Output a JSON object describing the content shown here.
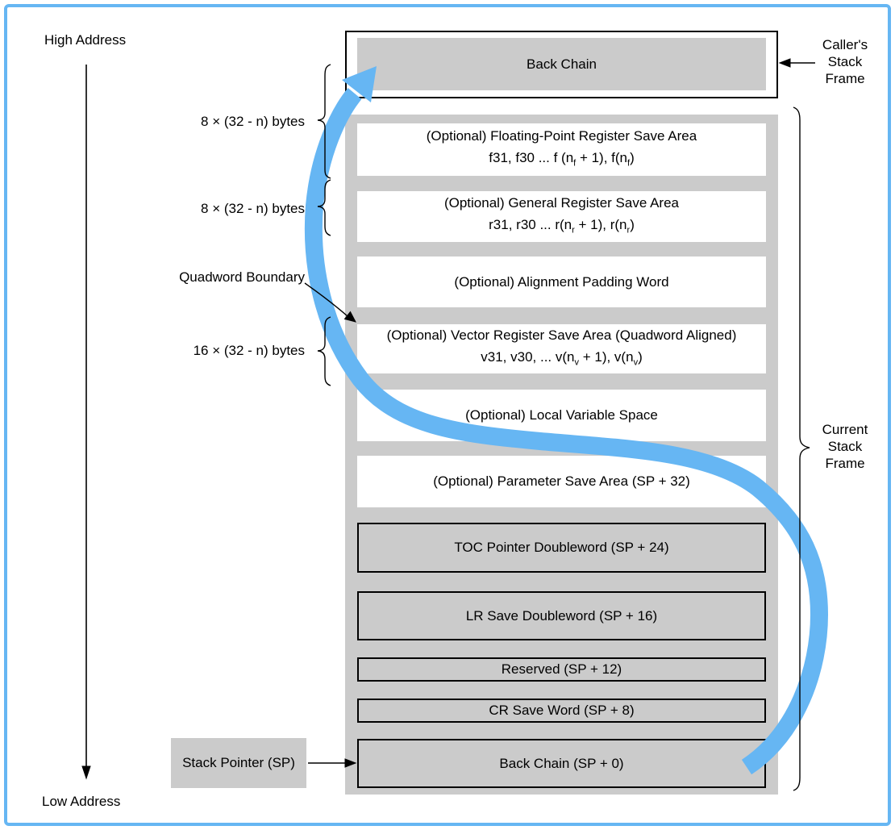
{
  "colors": {
    "accent": "#66B6F3",
    "gray": "#CBCBCB",
    "line": "#000000"
  },
  "address_labels": {
    "high": "High Address",
    "low": "Low Address"
  },
  "caller": {
    "back_chain": "Back Chain",
    "frame_label": "Caller's\nStack\nFrame"
  },
  "current_frame_label": "Current\nStack\nFrame",
  "side_labels": {
    "fp_size": "8 × (32 - n) bytes",
    "gr_size": "8 × (32 - n) bytes",
    "quadword_boundary": "Quadword Boundary",
    "vec_size": "16 × (32 - n) bytes",
    "stack_pointer": "Stack Pointer (SP)"
  },
  "rows": {
    "fp": {
      "title": "(Optional) Floating-Point Register Save Area",
      "regs": [
        {
          "t": "f31, f30 ... f (n"
        },
        {
          "t": "f",
          "sub": true
        },
        {
          "t": " + 1), f(n"
        },
        {
          "t": "f",
          "sub": true
        },
        {
          "t": ")"
        }
      ]
    },
    "gr": {
      "title": "(Optional) General Register Save Area",
      "regs": [
        {
          "t": "r31, r30 ... r(n"
        },
        {
          "t": "r",
          "sub": true
        },
        {
          "t": " + 1), r(n"
        },
        {
          "t": "r",
          "sub": true
        },
        {
          "t": ")"
        }
      ]
    },
    "align": {
      "title": "(Optional) Alignment Padding Word"
    },
    "vec": {
      "title": "(Optional) Vector Register Save Area (Quadword Aligned)",
      "regs": [
        {
          "t": "v31, v30, ... v(n"
        },
        {
          "t": "v",
          "sub": true
        },
        {
          "t": " + 1), v(n"
        },
        {
          "t": "v",
          "sub": true
        },
        {
          "t": ")"
        }
      ]
    },
    "local": {
      "title": "(Optional) Local Variable Space"
    },
    "param": {
      "title": "(Optional) Parameter Save Area (SP + 32)"
    },
    "toc": {
      "title": "TOC Pointer Doubleword (SP + 24)"
    },
    "lr": {
      "title": "LR Save Doubleword (SP + 16)"
    },
    "reserved": {
      "title": "Reserved (SP + 12)"
    },
    "cr": {
      "title": "CR Save Word (SP + 8)"
    },
    "back_chain": {
      "title": "Back Chain (SP + 0)"
    }
  }
}
